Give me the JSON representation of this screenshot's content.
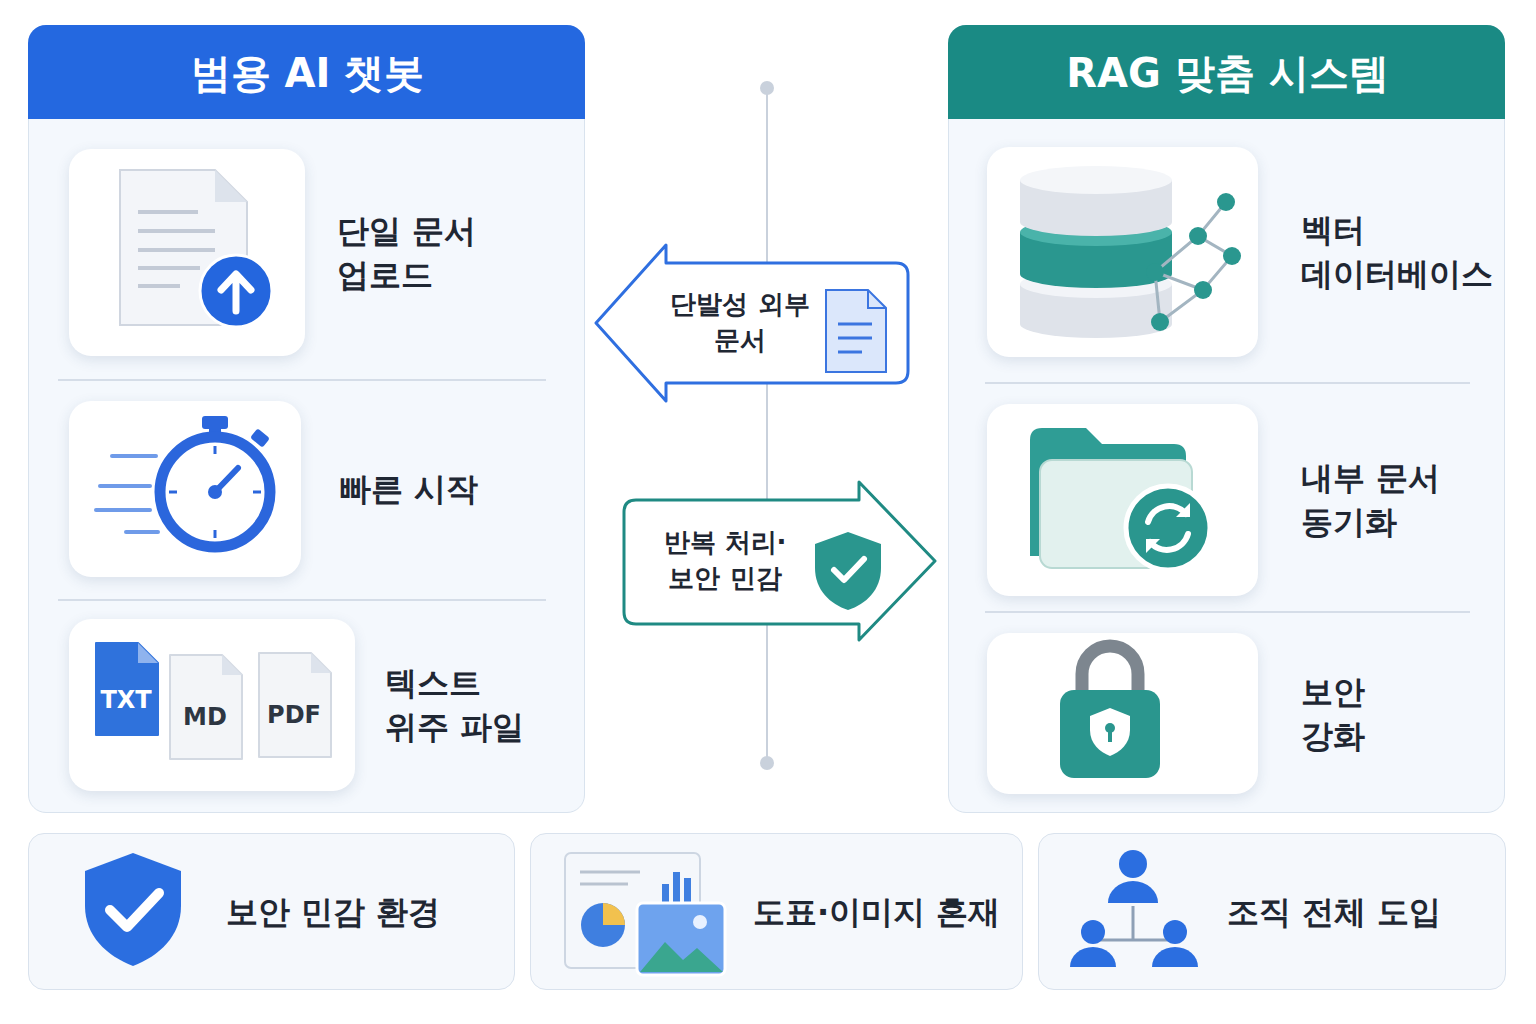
{
  "diagram": {
    "nodes": [
      {
        "text": [
          "범용 AI 챗봇"
        ]
      },
      {
        "text": [
          "단일 문서 업로드"
        ],
        "in": 0
      },
      {
        "text": [
          "빠른 시작"
        ],
        "in": 0
      },
      {
        "text": [
          "텍스트 위주 파일"
        ],
        "in": 0
      },
      {
        "text": [
          "TXT"
        ],
        "in": 3
      },
      {
        "text": [
          "MD"
        ],
        "in": 3
      },
      {
        "text": [
          "PDF"
        ],
        "in": 3
      },
      {
        "text": [
          "단발성 외부 문서"
        ]
      },
      {
        "text": [
          "반복 처리· 보안 민감"
        ]
      },
      {
        "text": [
          "RAG 맞춤 시스템"
        ]
      },
      {
        "text": [
          "벡터 데이터베이스"
        ],
        "in": 9
      },
      {
        "text": [
          "내부 문서 동기화"
        ],
        "in": 9
      },
      {
        "text": [
          "보안 강화"
        ],
        "in": 9
      },
      {
        "text": [
          "보안 민감 환경"
        ]
      },
      {
        "text": [
          "도표·이미지 혼재"
        ]
      },
      {
        "text": [
          "조직 전체 도입"
        ]
      }
    ]
  }
}
